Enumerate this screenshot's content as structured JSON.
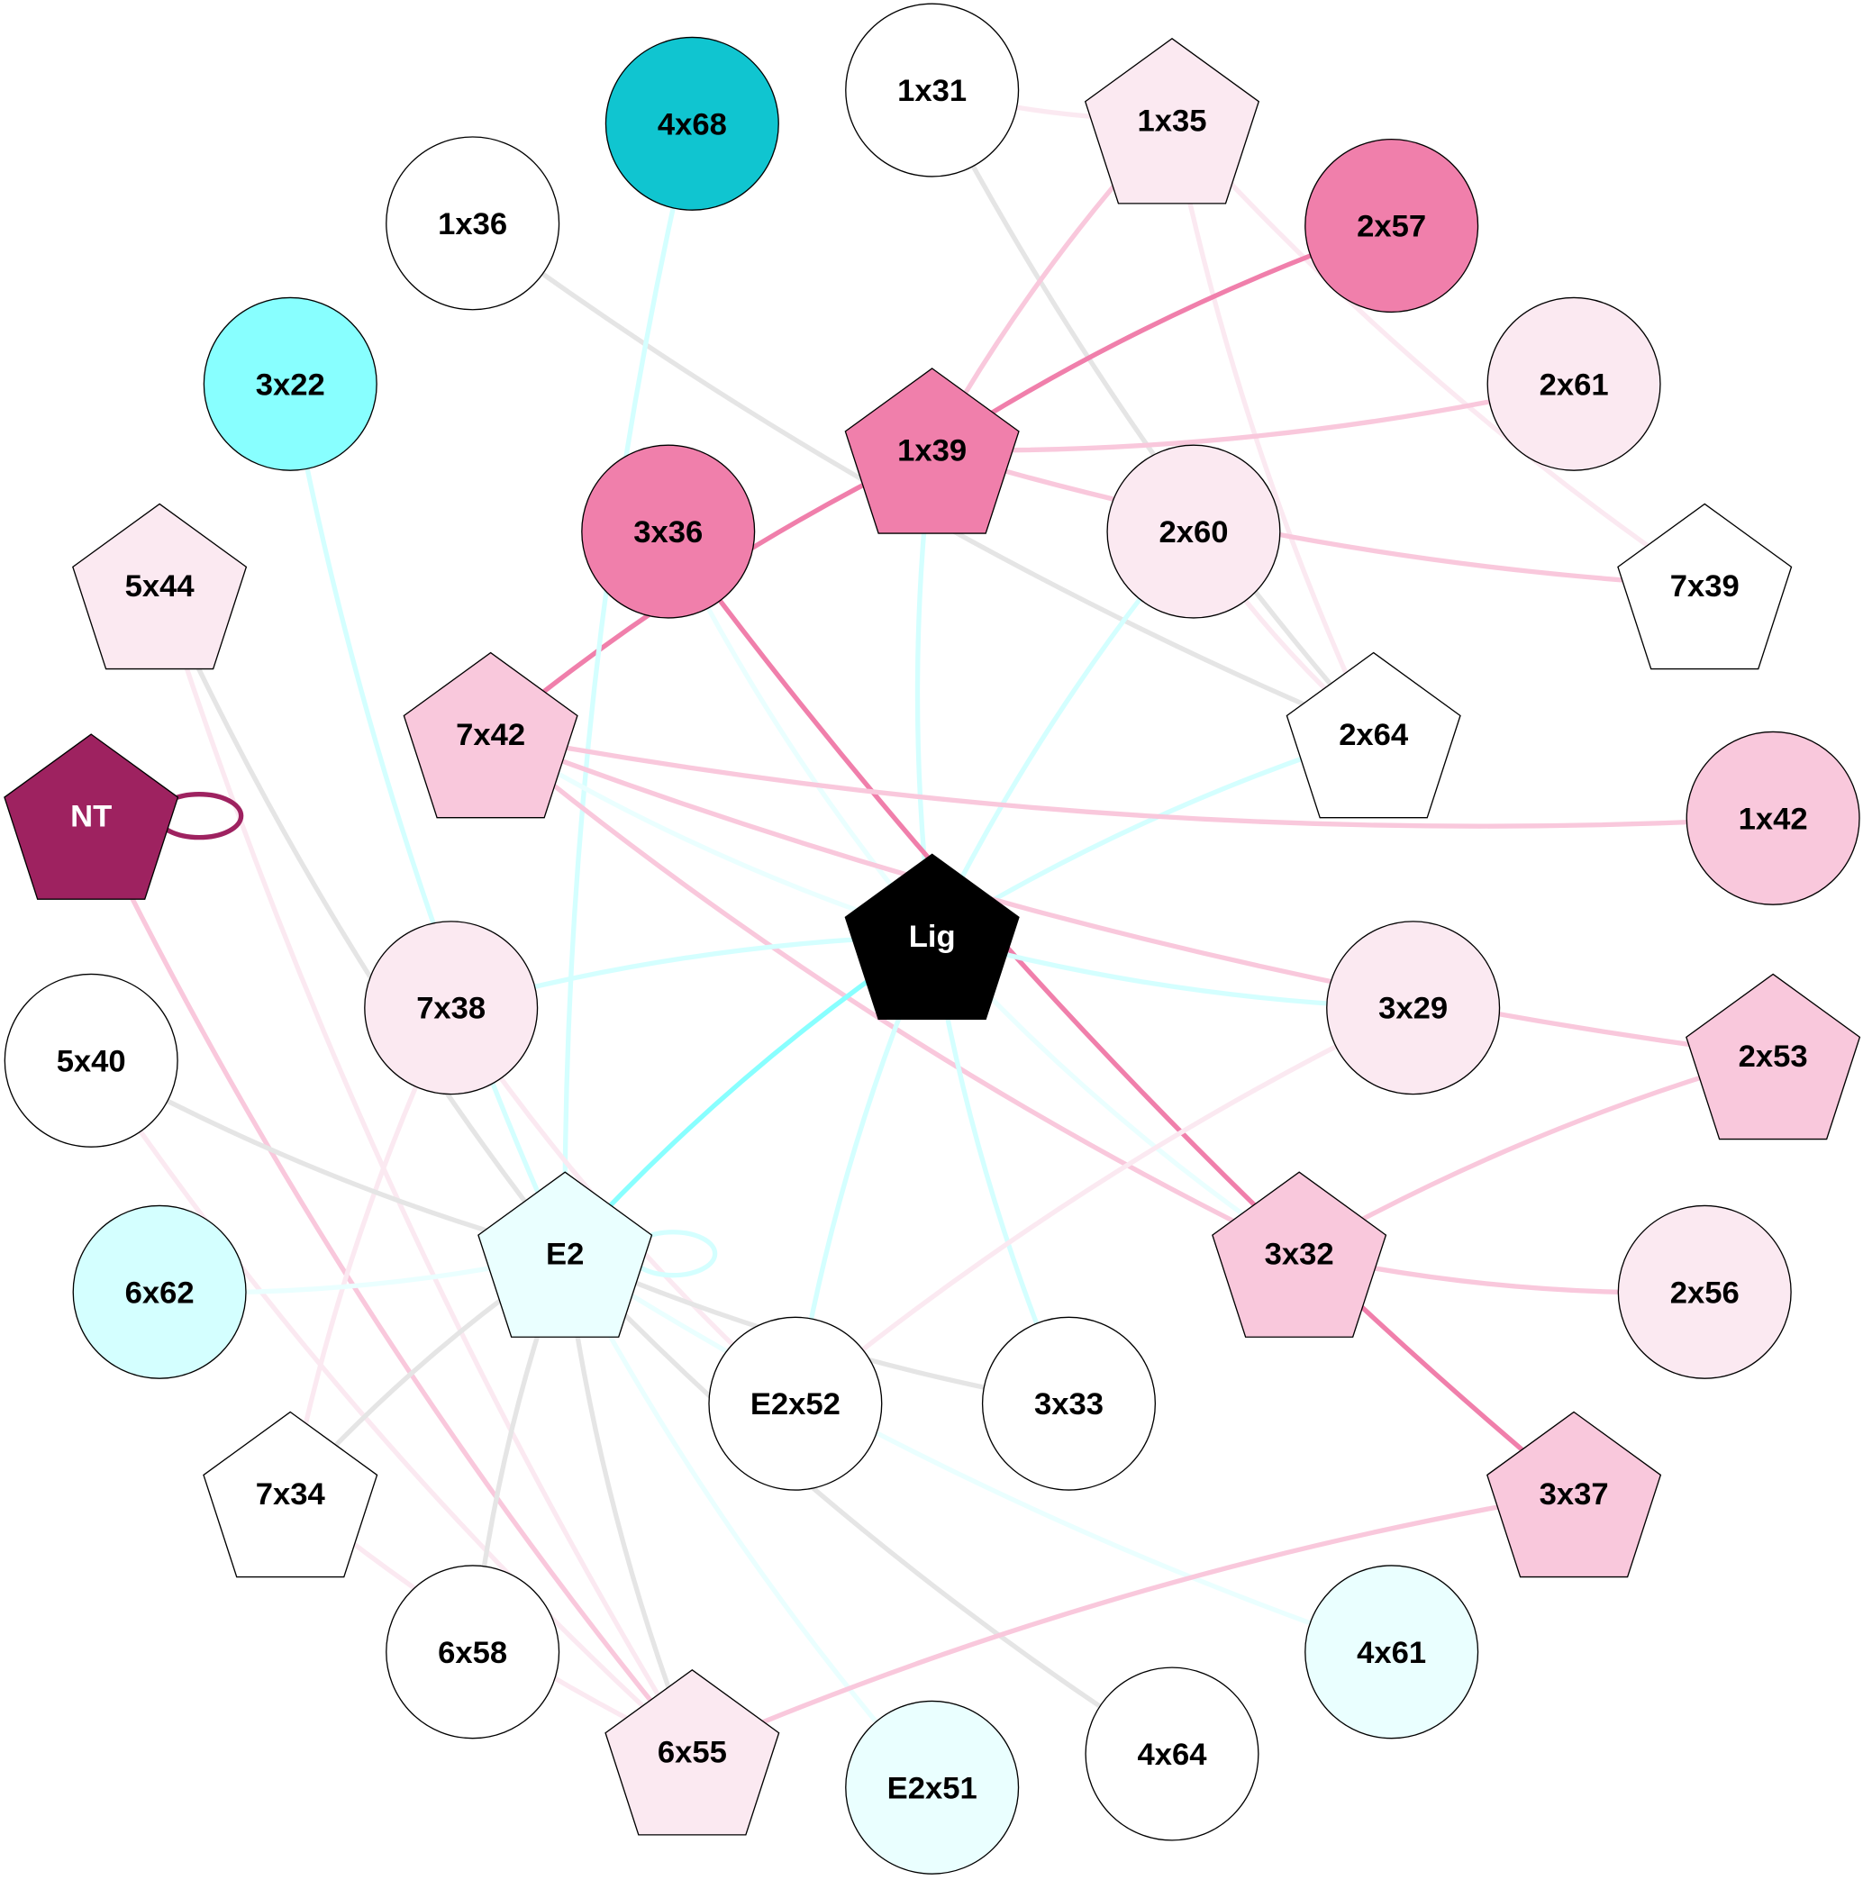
{
  "nodes": [
    {
      "id": "4x68",
      "shape": "circle",
      "fill": "#10c5d0",
      "text": "#000000"
    },
    {
      "id": "1x31",
      "shape": "circle",
      "fill": "#ffffff",
      "text": "#000000"
    },
    {
      "id": "1x35",
      "shape": "pentagon",
      "fill": "#fbe9f1",
      "text": "#000000"
    },
    {
      "id": "2x57",
      "shape": "circle",
      "fill": "#f07fab",
      "text": "#000000"
    },
    {
      "id": "1x36",
      "shape": "circle",
      "fill": "#ffffff",
      "text": "#000000"
    },
    {
      "id": "3x22",
      "shape": "circle",
      "fill": "#88ffff",
      "text": "#000000"
    },
    {
      "id": "2x61",
      "shape": "circle",
      "fill": "#fbe9f1",
      "text": "#000000"
    },
    {
      "id": "1x39",
      "shape": "pentagon",
      "fill": "#f07fab",
      "text": "#000000"
    },
    {
      "id": "3x36",
      "shape": "circle",
      "fill": "#f07fab",
      "text": "#000000"
    },
    {
      "id": "2x60",
      "shape": "circle",
      "fill": "#fbe9f1",
      "text": "#000000"
    },
    {
      "id": "7x39",
      "shape": "pentagon",
      "fill": "#ffffff",
      "text": "#000000"
    },
    {
      "id": "5x44",
      "shape": "pentagon",
      "fill": "#fbe9f1",
      "text": "#000000"
    },
    {
      "id": "7x42",
      "shape": "pentagon",
      "fill": "#f9c8dc",
      "text": "#000000"
    },
    {
      "id": "2x64",
      "shape": "pentagon",
      "fill": "#ffffff",
      "text": "#000000"
    },
    {
      "id": "NT",
      "shape": "pentagon",
      "fill": "#9e2260",
      "text": "#ffffff"
    },
    {
      "id": "1x42",
      "shape": "circle",
      "fill": "#f9c8dc",
      "text": "#000000"
    },
    {
      "id": "Lig",
      "shape": "pentagon",
      "fill": "#000000",
      "text": "#ffffff"
    },
    {
      "id": "7x38",
      "shape": "circle",
      "fill": "#fbe9f1",
      "text": "#000000"
    },
    {
      "id": "3x29",
      "shape": "circle",
      "fill": "#fbe9f1",
      "text": "#000000"
    },
    {
      "id": "5x40",
      "shape": "circle",
      "fill": "#ffffff",
      "text": "#000000"
    },
    {
      "id": "2x53",
      "shape": "pentagon",
      "fill": "#f9c8dc",
      "text": "#000000"
    },
    {
      "id": "E2",
      "shape": "pentagon",
      "fill": "#eaffff",
      "text": "#000000"
    },
    {
      "id": "3x32",
      "shape": "pentagon",
      "fill": "#f9c8dc",
      "text": "#000000"
    },
    {
      "id": "6x62",
      "shape": "circle",
      "fill": "#d4ffff",
      "text": "#000000"
    },
    {
      "id": "2x56",
      "shape": "circle",
      "fill": "#fbe9f1",
      "text": "#000000"
    },
    {
      "id": "E2x52",
      "shape": "circle",
      "fill": "#ffffff",
      "text": "#000000"
    },
    {
      "id": "3x33",
      "shape": "circle",
      "fill": "#ffffff",
      "text": "#000000"
    },
    {
      "id": "7x34",
      "shape": "pentagon",
      "fill": "#ffffff",
      "text": "#000000"
    },
    {
      "id": "3x37",
      "shape": "pentagon",
      "fill": "#f9c8dc",
      "text": "#000000"
    },
    {
      "id": "6x58",
      "shape": "circle",
      "fill": "#ffffff",
      "text": "#000000"
    },
    {
      "id": "4x61",
      "shape": "circle",
      "fill": "#eaffff",
      "text": "#000000"
    },
    {
      "id": "6x55",
      "shape": "pentagon",
      "fill": "#fbe9f1",
      "text": "#000000"
    },
    {
      "id": "E2x51",
      "shape": "circle",
      "fill": "#eaffff",
      "text": "#000000"
    },
    {
      "id": "4x64",
      "shape": "circle",
      "fill": "#ffffff",
      "text": "#000000"
    }
  ],
  "edges": [
    [
      "1x31",
      "1x35",
      "#fbe9f1"
    ],
    [
      "1x31",
      "2x64",
      "#e5e5e5"
    ],
    [
      "1x35",
      "1x39",
      "#f9c8dc"
    ],
    [
      "1x35",
      "2x64",
      "#fbe9f1"
    ],
    [
      "1x35",
      "7x39",
      "#fbe9f1"
    ],
    [
      "2x57",
      "1x39",
      "#f07fab"
    ],
    [
      "1x39",
      "7x42",
      "#f07fab"
    ],
    [
      "1x39",
      "2x61",
      "#f9c8dc"
    ],
    [
      "1x39",
      "7x39",
      "#f9c8dc"
    ],
    [
      "1x39",
      "Lig",
      "#d4ffff"
    ],
    [
      "1x36",
      "2x64",
      "#e5e5e5"
    ],
    [
      "4x68",
      "E2",
      "#d4ffff"
    ],
    [
      "3x22",
      "E2",
      "#d4ffff"
    ],
    [
      "3x36",
      "3x37",
      "#f07fab"
    ],
    [
      "3x36",
      "Lig",
      "#eaffff"
    ],
    [
      "2x60",
      "Lig",
      "#d4ffff"
    ],
    [
      "2x60",
      "2x64",
      "#fbe9f1"
    ],
    [
      "2x64",
      "Lig",
      "#d4ffff"
    ],
    [
      "5x44",
      "E2",
      "#e5e5e5"
    ],
    [
      "5x44",
      "6x55",
      "#fbe9f1"
    ],
    [
      "7x42",
      "1x42",
      "#f9c8dc"
    ],
    [
      "7x42",
      "2x53",
      "#f9c8dc"
    ],
    [
      "7x42",
      "3x32",
      "#f9c8dc"
    ],
    [
      "7x42",
      "Lig",
      "#eaffff"
    ],
    [
      "NT",
      "6x55",
      "#f9c8dc"
    ],
    [
      "Lig",
      "7x38",
      "#d4ffff"
    ],
    [
      "Lig",
      "3x29",
      "#d4ffff"
    ],
    [
      "Lig",
      "E2",
      "#88ffff"
    ],
    [
      "Lig",
      "E2x52",
      "#d4ffff"
    ],
    [
      "Lig",
      "3x33",
      "#d4ffff"
    ],
    [
      "Lig",
      "3x32",
      "#eaffff"
    ],
    [
      "7x38",
      "E2x52",
      "#fbe9f1"
    ],
    [
      "7x38",
      "7x34",
      "#fbe9f1"
    ],
    [
      "3x29",
      "E2x52",
      "#fbe9f1"
    ],
    [
      "5x40",
      "E2",
      "#e5e5e5"
    ],
    [
      "5x40",
      "6x55",
      "#fbe9f1"
    ],
    [
      "2x53",
      "3x32",
      "#f9c8dc"
    ],
    [
      "3x32",
      "2x56",
      "#f9c8dc"
    ],
    [
      "6x62",
      "E2",
      "#eaffff"
    ],
    [
      "E2",
      "3x33",
      "#e5e5e5"
    ],
    [
      "E2",
      "4x61",
      "#eaffff"
    ],
    [
      "E2",
      "7x34",
      "#e5e5e5"
    ],
    [
      "E2",
      "6x58",
      "#e5e5e5"
    ],
    [
      "E2",
      "6x55",
      "#e5e5e5"
    ],
    [
      "E2",
      "E2x51",
      "#eaffff"
    ],
    [
      "E2",
      "4x64",
      "#e5e5e5"
    ],
    [
      "3x37",
      "6x55",
      "#f9c8dc"
    ],
    [
      "7x34",
      "6x55",
      "#fbe9f1"
    ]
  ],
  "self_loops": [
    [
      "NT",
      "#9e2260"
    ],
    [
      "E2",
      "#d4ffff"
    ]
  ]
}
